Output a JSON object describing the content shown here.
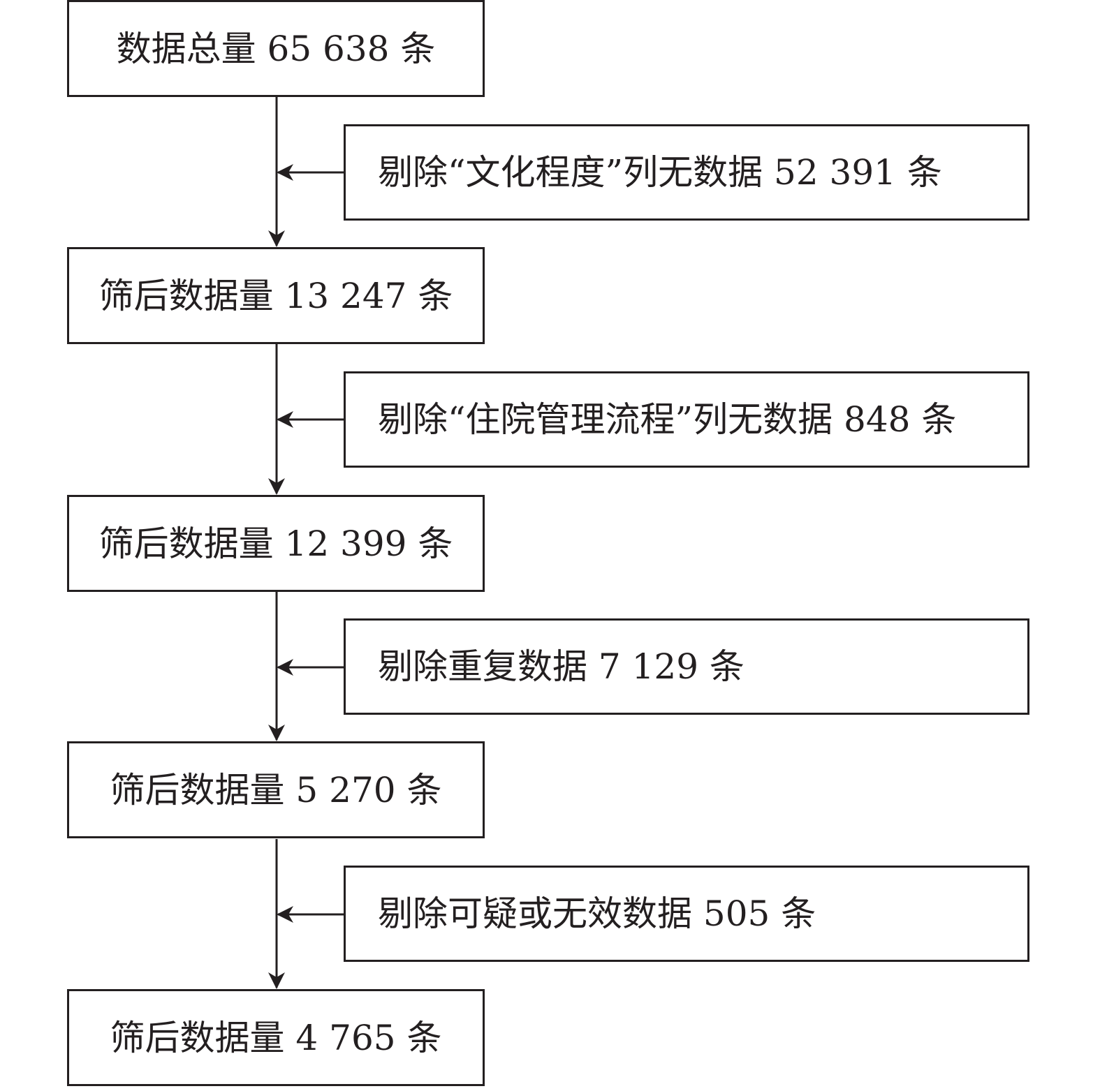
{
  "flowchart": {
    "main_steps": [
      {
        "label": "数据总量 65 638 条"
      },
      {
        "label": "筛后数据量 13 247 条"
      },
      {
        "label": "筛后数据量 12 399 条"
      },
      {
        "label": "筛后数据量 5 270 条"
      },
      {
        "label": "筛后数据量 4 765 条"
      }
    ],
    "exclusions": [
      {
        "label": "剔除“文化程度”列无数据 52 391 条"
      },
      {
        "label": "剔除“住院管理流程”列无数据 848 条"
      },
      {
        "label": "剔除重复数据 7 129 条"
      },
      {
        "label": "剔除可疑或无效数据 505 条"
      }
    ]
  }
}
